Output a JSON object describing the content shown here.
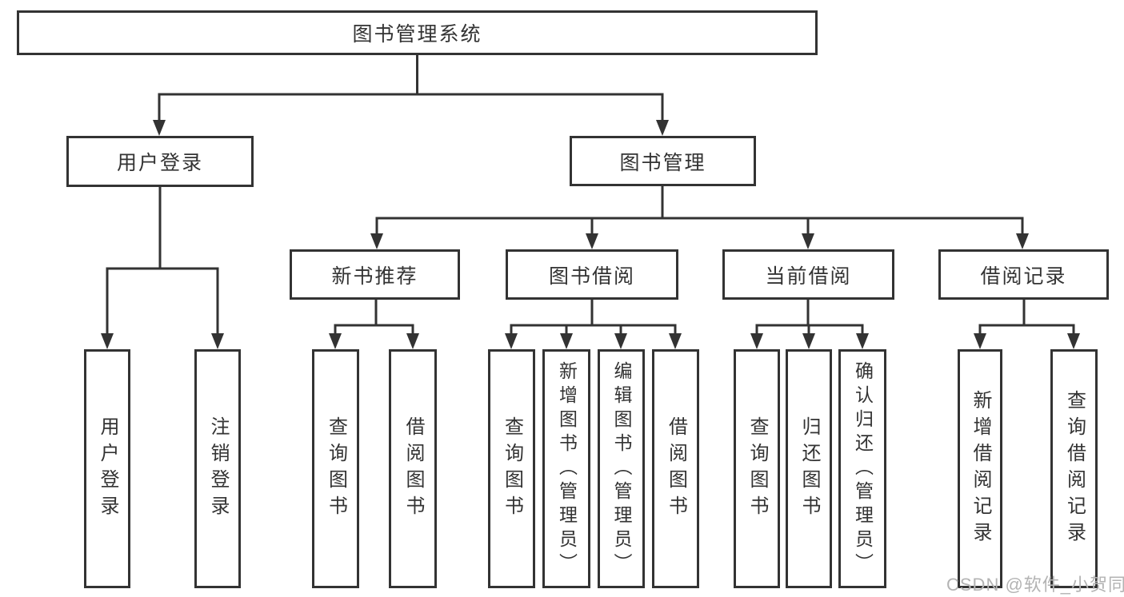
{
  "diagram_title": "图书管理系统",
  "nodes": {
    "root": "图书管理系统",
    "user_login": "用户登录",
    "book_management": "图书管理",
    "new_book_recommendation": "新书推荐",
    "book_borrowing": "图书借阅",
    "current_borrowing": "当前借阅",
    "borrowing_records": "借阅记录",
    "leaf_user_login": "用户登录",
    "leaf_logout": "注销登录",
    "leaf_nr_query_books": "查询图书",
    "leaf_nr_borrow_books": "借阅图书",
    "leaf_bb_query_books": "查询图书",
    "leaf_bb_add_books": "新增图书（管理员）",
    "leaf_bb_edit_books": "编辑图书（管理员）",
    "leaf_bb_borrow_books": "借阅图书",
    "leaf_cb_query_books": "查询图书",
    "leaf_cb_return_books": "归还图书",
    "leaf_cb_confirm_return": "确认归还（管理员）",
    "leaf_br_add_record": "新增借阅记录",
    "leaf_br_query_record": "查询借阅记录"
  },
  "watermark": "CSDN @软件_小贺同学",
  "colors": {
    "line": "#333333",
    "text": "#333333",
    "box_background": "#ffffff",
    "watermark": "#b3b3b3"
  }
}
